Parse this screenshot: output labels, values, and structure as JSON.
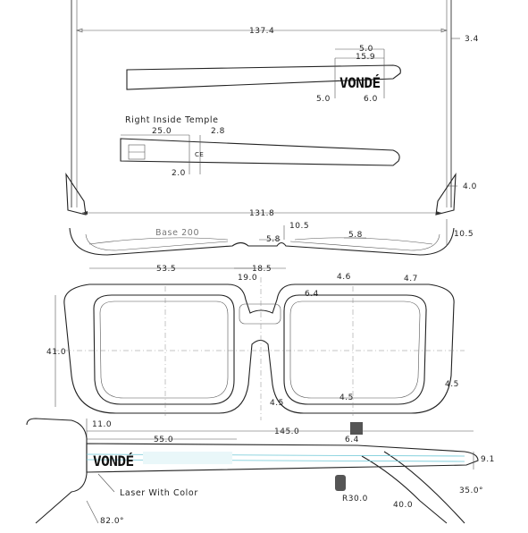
{
  "brand": "VONDÉ",
  "labels": {
    "right_inside_temple": "Right Inside Temple",
    "base": "Base 200",
    "laser": "Laser With Color",
    "ce_mark": "CE"
  },
  "dims": {
    "d137_4": "137.4",
    "d3_4": "3.4",
    "d5_0a": "5.0",
    "d15_9": "15.9",
    "d5_0b": "5.0",
    "d6_0": "6.0",
    "d25_0": "25.0",
    "d2_8": "2.8",
    "d2_0": "2.0",
    "d4_0": "4.0",
    "d131_8": "131.8",
    "d10_5a": "10.5",
    "d10_5b": "10.5",
    "d5_8a": "5.8",
    "d5_8b": "5.8",
    "d53_5": "53.5",
    "d18_5": "18.5",
    "d19_0": "19.0",
    "d4_6": "4.6",
    "d4_7": "4.7",
    "d6_4a": "6.4",
    "d41_0": "41.0",
    "d4_5a": "4.5",
    "d4_5b": "4.5",
    "d4_5c": "4.5",
    "d11_0": "11.0",
    "d145_0": "145.0",
    "d55_0": "55.0",
    "d6_4b": "6.4",
    "d9_1": "9.1",
    "dR30": "R30.0",
    "d35": "35.0°",
    "d40": "40.0",
    "d82": "82.0°"
  }
}
